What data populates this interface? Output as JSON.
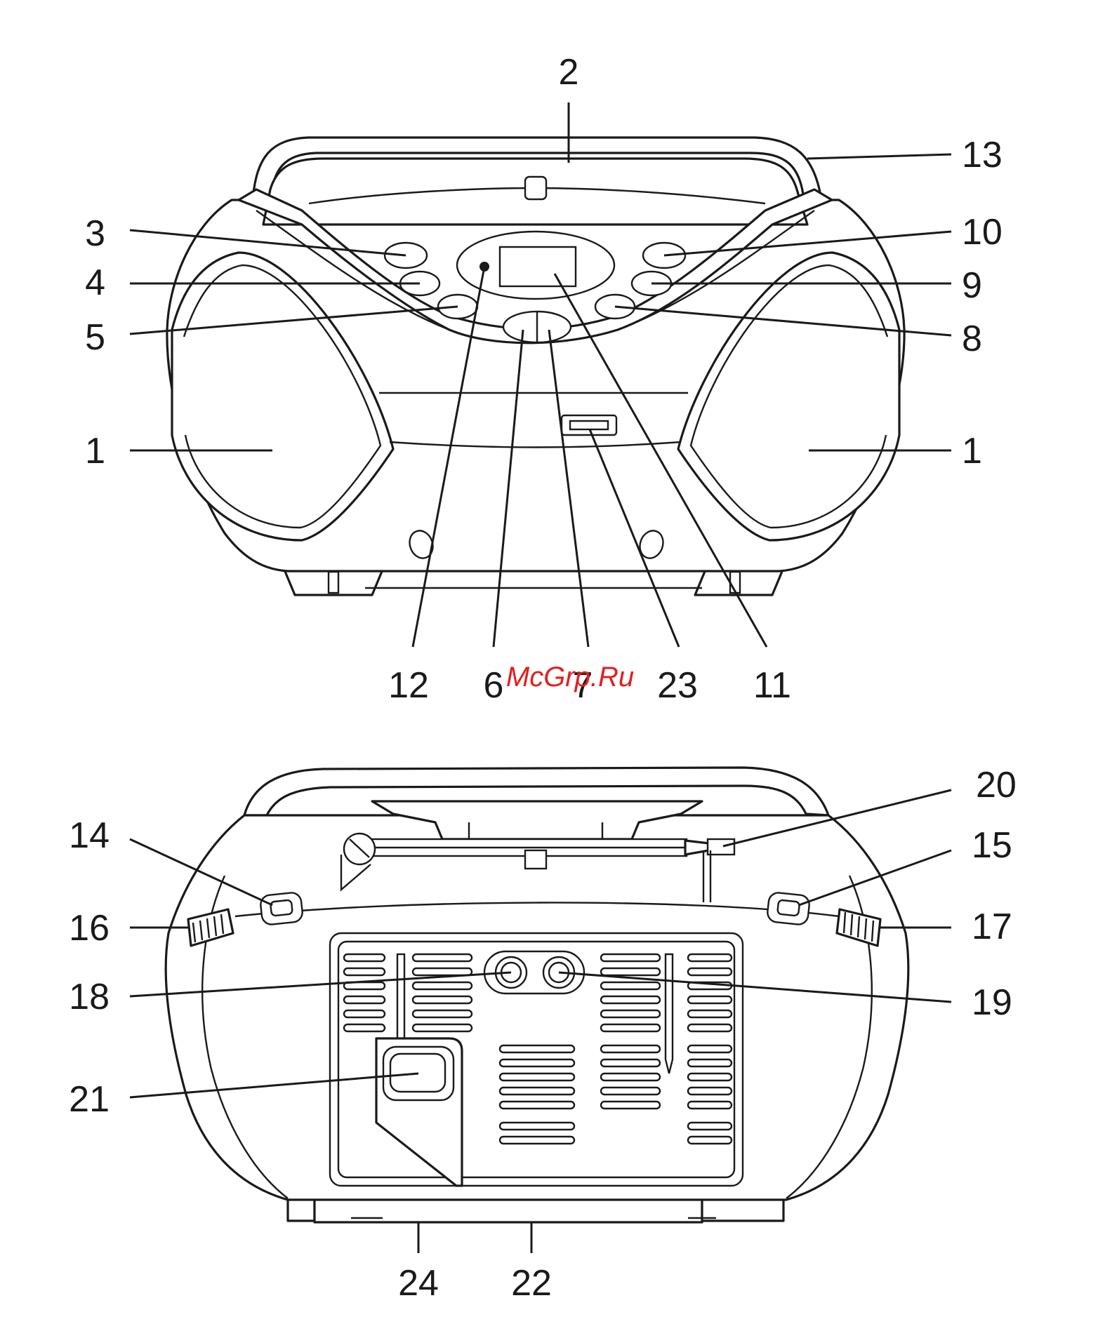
{
  "watermark": "McGrp.Ru",
  "front_view": {
    "callouts": {
      "speaker_left": "1",
      "speaker_right": "1",
      "cd_door": "2",
      "btn_3": "3",
      "btn_4": "4",
      "btn_5": "5",
      "knob_6": "6",
      "knob_7": "7",
      "btn_8": "8",
      "btn_9": "9",
      "btn_10": "10",
      "display": "11",
      "indicator": "12",
      "handle": "13",
      "usb_port": "23"
    }
  },
  "rear_view": {
    "callouts": {
      "c14": "14",
      "c15": "15",
      "c16": "16",
      "c17": "17",
      "c18": "18",
      "c19": "19",
      "c20": "20",
      "c21": "21",
      "c22": "22",
      "c24": "24"
    }
  }
}
